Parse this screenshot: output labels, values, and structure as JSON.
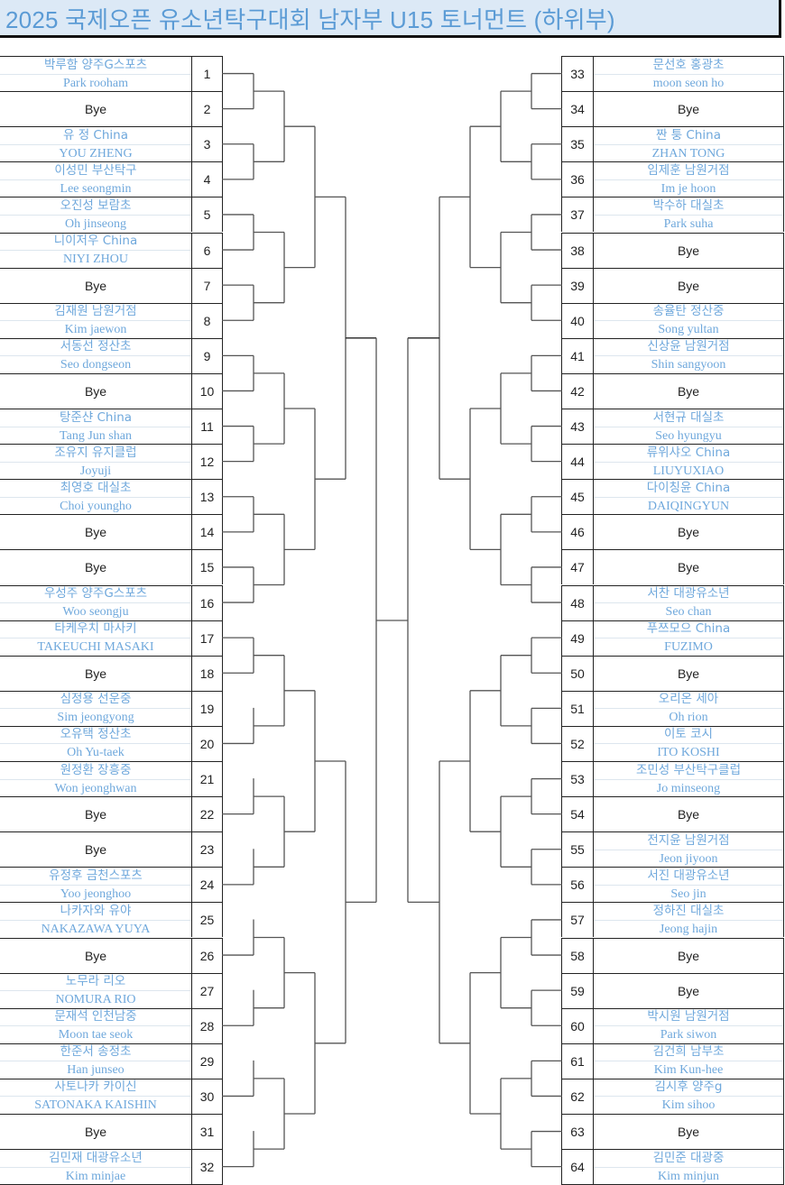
{
  "title": "2025 국제오픈 유소년탁구대회 남자부 U15 토너먼트 (하위부)",
  "colors": {
    "title_bg": "#dce9f6",
    "title_text": "#5b9bd5",
    "player_text": "#6fa8dc",
    "line": "#555555"
  },
  "left_bracket": [
    {
      "seed": "1",
      "name_ko": "박루함 양주G스포츠",
      "name_en": "Park rooham"
    },
    {
      "seed": "2",
      "bye": "Bye"
    },
    {
      "seed": "3",
      "name_ko": "유 정   China",
      "name_en": "YOU ZHENG"
    },
    {
      "seed": "4",
      "name_ko": "이성민 부산탁구",
      "name_en": "Lee seongmin"
    },
    {
      "seed": "5",
      "name_ko": "오진성 보람초",
      "name_en": "Oh jinseong"
    },
    {
      "seed": "6",
      "name_ko": "니이저우 China",
      "name_en": "NIYI ZHOU"
    },
    {
      "seed": "7",
      "bye": "Bye"
    },
    {
      "seed": "8",
      "name_ko": "김재원 남원거점",
      "name_en": "Kim jaewon"
    },
    {
      "seed": "9",
      "name_ko": "서동선 정산초",
      "name_en": "Seo dongseon"
    },
    {
      "seed": "10",
      "bye": "Bye"
    },
    {
      "seed": "11",
      "name_ko": "탕준샨 China",
      "name_en": "Tang Jun shan"
    },
    {
      "seed": "12",
      "name_ko": "조유지 유지클럽",
      "name_en": "Joyuji"
    },
    {
      "seed": "13",
      "name_ko": "최영호 대실초",
      "name_en": "Choi youngho"
    },
    {
      "seed": "14",
      "bye": "Bye"
    },
    {
      "seed": "15",
      "bye": "Bye"
    },
    {
      "seed": "16",
      "name_ko": "우성주 양주G스포츠",
      "name_en": "Woo seongju"
    },
    {
      "seed": "17",
      "name_ko": "타케우치 마사키",
      "name_en": "TAKEUCHI MASAKI"
    },
    {
      "seed": "18",
      "bye": "Bye"
    },
    {
      "seed": "19",
      "name_ko": "심정용 선운중",
      "name_en": "Sim jeongyong"
    },
    {
      "seed": "20",
      "name_ko": "오유택 정산초",
      "name_en": "Oh Yu-taek"
    },
    {
      "seed": "21",
      "name_ko": "원정환 장흥중",
      "name_en": "Won jeonghwan"
    },
    {
      "seed": "22",
      "bye": "Bye"
    },
    {
      "seed": "23",
      "bye": "Bye"
    },
    {
      "seed": "24",
      "name_ko": "유정후 금천스포츠",
      "name_en": "Yoo jeonghoo"
    },
    {
      "seed": "25",
      "name_ko": "나카자와 유야",
      "name_en": "NAKAZAWA YUYA"
    },
    {
      "seed": "26",
      "bye": "Bye"
    },
    {
      "seed": "27",
      "name_ko": "노무라 리오",
      "name_en": "NOMURA RIO"
    },
    {
      "seed": "28",
      "name_ko": "문재석 인천남중",
      "name_en": "Moon tae seok"
    },
    {
      "seed": "29",
      "name_ko": "한준서  송정초",
      "name_en": "Han junseo"
    },
    {
      "seed": "30",
      "name_ko": "사토나카 카이신",
      "name_en": "SATONAKA KAISHIN"
    },
    {
      "seed": "31",
      "bye": "Bye"
    },
    {
      "seed": "32",
      "name_ko": "김민재 대광유소년",
      "name_en": "Kim minjae"
    }
  ],
  "right_bracket": [
    {
      "seed": "33",
      "name_ko": "문선호 홍광초",
      "name_en": "moon seon ho"
    },
    {
      "seed": "34",
      "bye": "Bye"
    },
    {
      "seed": "35",
      "name_ko": "짠 퉁 China",
      "name_en": "ZHAN TONG"
    },
    {
      "seed": "36",
      "name_ko": "임제훈 남원거점",
      "name_en": "Im je hoon"
    },
    {
      "seed": "37",
      "name_ko": "박수하 대실초",
      "name_en": "Park suha"
    },
    {
      "seed": "38",
      "bye": "Bye"
    },
    {
      "seed": "39",
      "bye": "Bye"
    },
    {
      "seed": "40",
      "name_ko": "송율탄 정산중",
      "name_en": "Song yultan"
    },
    {
      "seed": "41",
      "name_ko": "신상윤 남원거점",
      "name_en": "Shin sangyoon"
    },
    {
      "seed": "42",
      "bye": "Bye"
    },
    {
      "seed": "43",
      "name_ko": "서현규 대실초",
      "name_en": "Seo hyungyu"
    },
    {
      "seed": "44",
      "name_ko": "류위샤오 China",
      "name_en": "LIUYUXIAO"
    },
    {
      "seed": "45",
      "name_ko": "다이칭윤  China",
      "name_en": "DAIQINGYUN"
    },
    {
      "seed": "46",
      "bye": "Bye"
    },
    {
      "seed": "47",
      "bye": "Bye"
    },
    {
      "seed": "48",
      "name_ko": "서찬 대광유소년",
      "name_en": "Seo chan"
    },
    {
      "seed": "49",
      "name_ko": "푸쯔모으 China",
      "name_en": "FUZIMO"
    },
    {
      "seed": "50",
      "bye": "Bye"
    },
    {
      "seed": "51",
      "name_ko": "오리온 세아",
      "name_en": "Oh rion"
    },
    {
      "seed": "52",
      "name_ko": "이토 코시",
      "name_en": "ITO KOSHI"
    },
    {
      "seed": "53",
      "name_ko": "조민성  부산탁구클럽",
      "name_en": "Jo minseong"
    },
    {
      "seed": "54",
      "bye": "Bye"
    },
    {
      "seed": "55",
      "name_ko": "전지윤 남원거점",
      "name_en": "Jeon jiyoon"
    },
    {
      "seed": "56",
      "name_ko": "서진 대광유소년",
      "name_en": "Seo jin"
    },
    {
      "seed": "57",
      "name_ko": "정하진 대실초",
      "name_en": "Jeong hajin"
    },
    {
      "seed": "58",
      "bye": "Bye"
    },
    {
      "seed": "59",
      "bye": "Bye"
    },
    {
      "seed": "60",
      "name_ko": "박시원 남원거점",
      "name_en": "Park siwon"
    },
    {
      "seed": "61",
      "name_ko": "김건희 남부초",
      "name_en": "Kim Kun-hee"
    },
    {
      "seed": "62",
      "name_ko": "김시후 양주g",
      "name_en": "Kim sihoo"
    },
    {
      "seed": "63",
      "bye": "Bye"
    },
    {
      "seed": "64",
      "name_ko": "김민준 대광중",
      "name_en": "Kim minjun"
    }
  ]
}
